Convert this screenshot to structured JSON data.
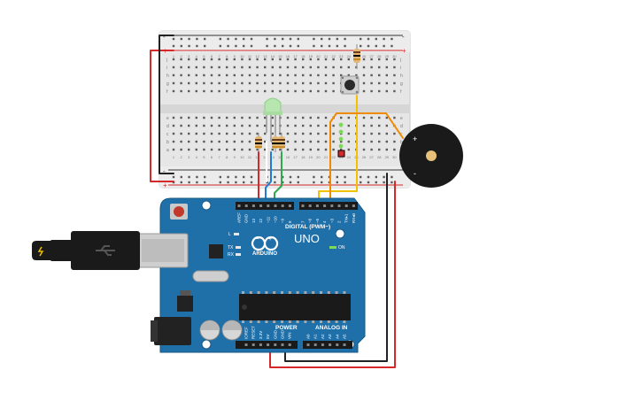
{
  "breadboard": {
    "row_letters_top": [
      "j",
      "i",
      "h",
      "g",
      "f"
    ],
    "row_letters_bottom": [
      "e",
      "d",
      "c",
      "b",
      "a"
    ],
    "rail_plus": "+",
    "rail_minus": "-",
    "column_numbers": [
      "1",
      "2",
      "3",
      "4",
      "5",
      "6",
      "7",
      "8",
      "9",
      "10",
      "11",
      "12",
      "13",
      "14",
      "15",
      "16",
      "17",
      "18",
      "19",
      "20",
      "21",
      "22",
      "23",
      "24",
      "25",
      "26",
      "27",
      "28",
      "29",
      "30"
    ]
  },
  "arduino": {
    "model": "UNO",
    "brand": "ARDUINO",
    "digital_header_label": "DIGITAL (PWM~)",
    "power_label": "POWER",
    "analog_label": "ANALOG IN",
    "led_on": "ON",
    "led_tx": "TX",
    "led_rx": "RX",
    "led_l": "L",
    "digital_pins": [
      "AREF",
      "GND",
      "13",
      "12",
      "~11",
      "~10",
      "~9",
      "8",
      "7",
      "~6",
      "~5",
      "4",
      "~3",
      "2",
      "TX▸1",
      "RX◂0"
    ],
    "power_pins": [
      "IOREF",
      "RESET",
      "3.3V",
      "5V",
      "GND",
      "GND",
      "VIN"
    ],
    "analog_pins": [
      "A0",
      "A1",
      "A2",
      "A3",
      "A4",
      "A5"
    ]
  },
  "buzzer": {
    "plus": "+",
    "minus": "-"
  },
  "wire_colors": {
    "red": "#d62828",
    "black": "#222222",
    "blue": "#1e7bd6",
    "green": "#2fa84f",
    "yellow": "#f2c200",
    "orange": "#f08a00"
  },
  "board_color": "#1f6fa8"
}
